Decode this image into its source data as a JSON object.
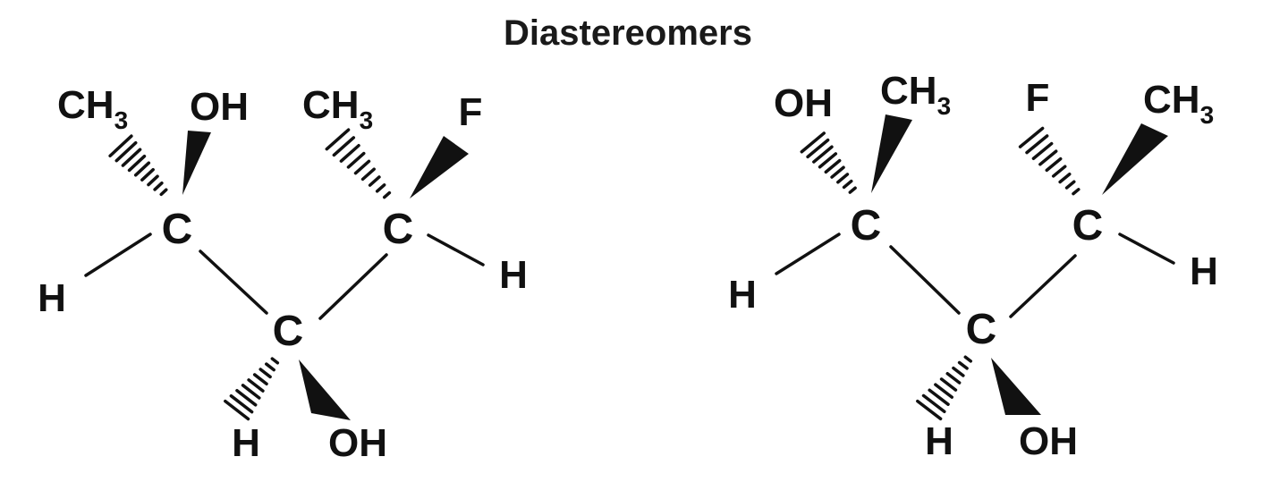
{
  "title": "Diastereomers",
  "atoms": {
    "carbon": "C",
    "hydrogen": "H",
    "hydroxyl": "OH",
    "fluorine": "F",
    "methyl": "CH",
    "methyl_sub": "3"
  },
  "molecules": [
    {
      "name": "left-molecule",
      "c1": {
        "hashed": "CH3",
        "wedge": "OH",
        "plain": "H"
      },
      "c2": {
        "hashed": "H",
        "wedge": "OH"
      },
      "c3": {
        "hashed": "CH3",
        "wedge": "F",
        "plain": "H"
      }
    },
    {
      "name": "right-molecule",
      "c1": {
        "hashed": "OH",
        "wedge": "CH3",
        "plain": "H"
      },
      "c2": {
        "hashed": "H",
        "wedge": "OH"
      },
      "c3": {
        "hashed": "F",
        "wedge": "CH3",
        "plain": "H"
      }
    }
  ],
  "colors": {
    "ink": "#111111",
    "background": "#ffffff"
  }
}
